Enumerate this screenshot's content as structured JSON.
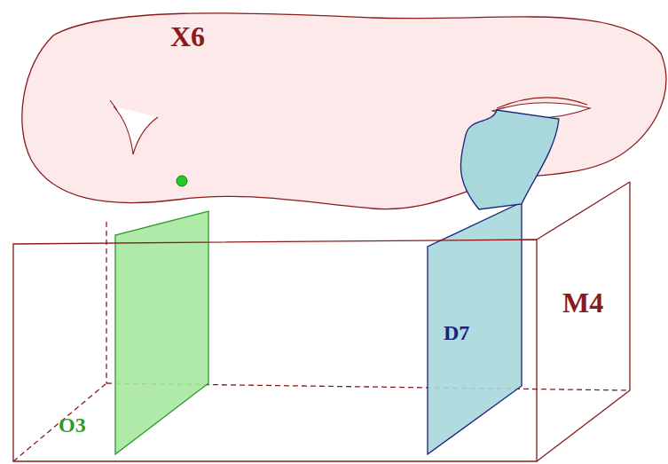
{
  "diagram": {
    "nodes": [
      {
        "text": [
          "X6"
        ]
      },
      {
        "text": [
          "M4"
        ]
      },
      {
        "text": [
          "O3"
        ],
        "in": 1
      },
      {
        "text": [
          "D7"
        ],
        "in": 1
      }
    ]
  }
}
